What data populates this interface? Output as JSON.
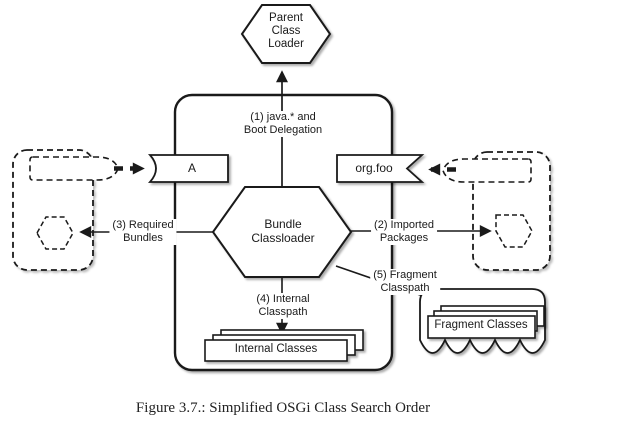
{
  "figure": {
    "caption": "Figure 3.7.: Simplified OSGi Class Search Order"
  },
  "nodes": {
    "parent_class_loader": {
      "line1": "Parent",
      "line2": "Class",
      "line3": "Loader"
    },
    "bundle_classloader": {
      "line1": "Bundle",
      "line2": "Classloader"
    },
    "export_package": {
      "label": "A"
    },
    "import_package": {
      "label": "org.foo"
    },
    "internal_classes": {
      "label": "Internal Classes"
    },
    "fragment_classes": {
      "label": "Fragment Classes"
    }
  },
  "edges": {
    "boot_delegation": {
      "line1": "(1) java.* and",
      "line2": "Boot Delegation"
    },
    "imported_packages": {
      "line1": "(2) Imported",
      "line2": "Packages"
    },
    "required_bundles": {
      "line1": "(3) Required",
      "line2": "Bundles"
    },
    "internal_classpath": {
      "line1": "(4) Internal",
      "line2": "Classpath"
    },
    "fragment_classpath": {
      "line1": "(5) Fragment",
      "line2": "Classpath"
    }
  },
  "colors": {
    "stroke": "#1a1a1a",
    "background": "#ffffff",
    "shadow": "#999999"
  }
}
